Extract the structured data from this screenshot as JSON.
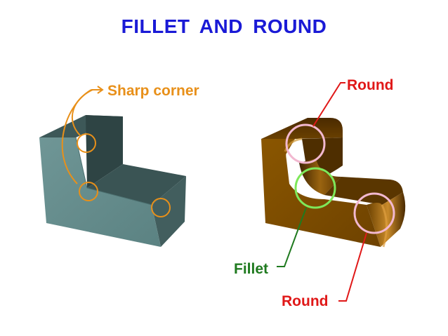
{
  "title": "FILLET  AND  ROUND",
  "labels": {
    "sharp_corner": "Sharp corner",
    "round_top": "Round",
    "fillet": "Fillet",
    "round_bottom": "Round"
  },
  "colors": {
    "title": "#1a1ad6",
    "sharp_corner": "#e8901a",
    "round": "#e01818",
    "fillet": "#1f7a1f",
    "fillet_circle": "#7ee85a",
    "round_circle": "#f2b8d0",
    "sharp_block": "#5f8787",
    "rounded_block": "#7a4a00"
  }
}
